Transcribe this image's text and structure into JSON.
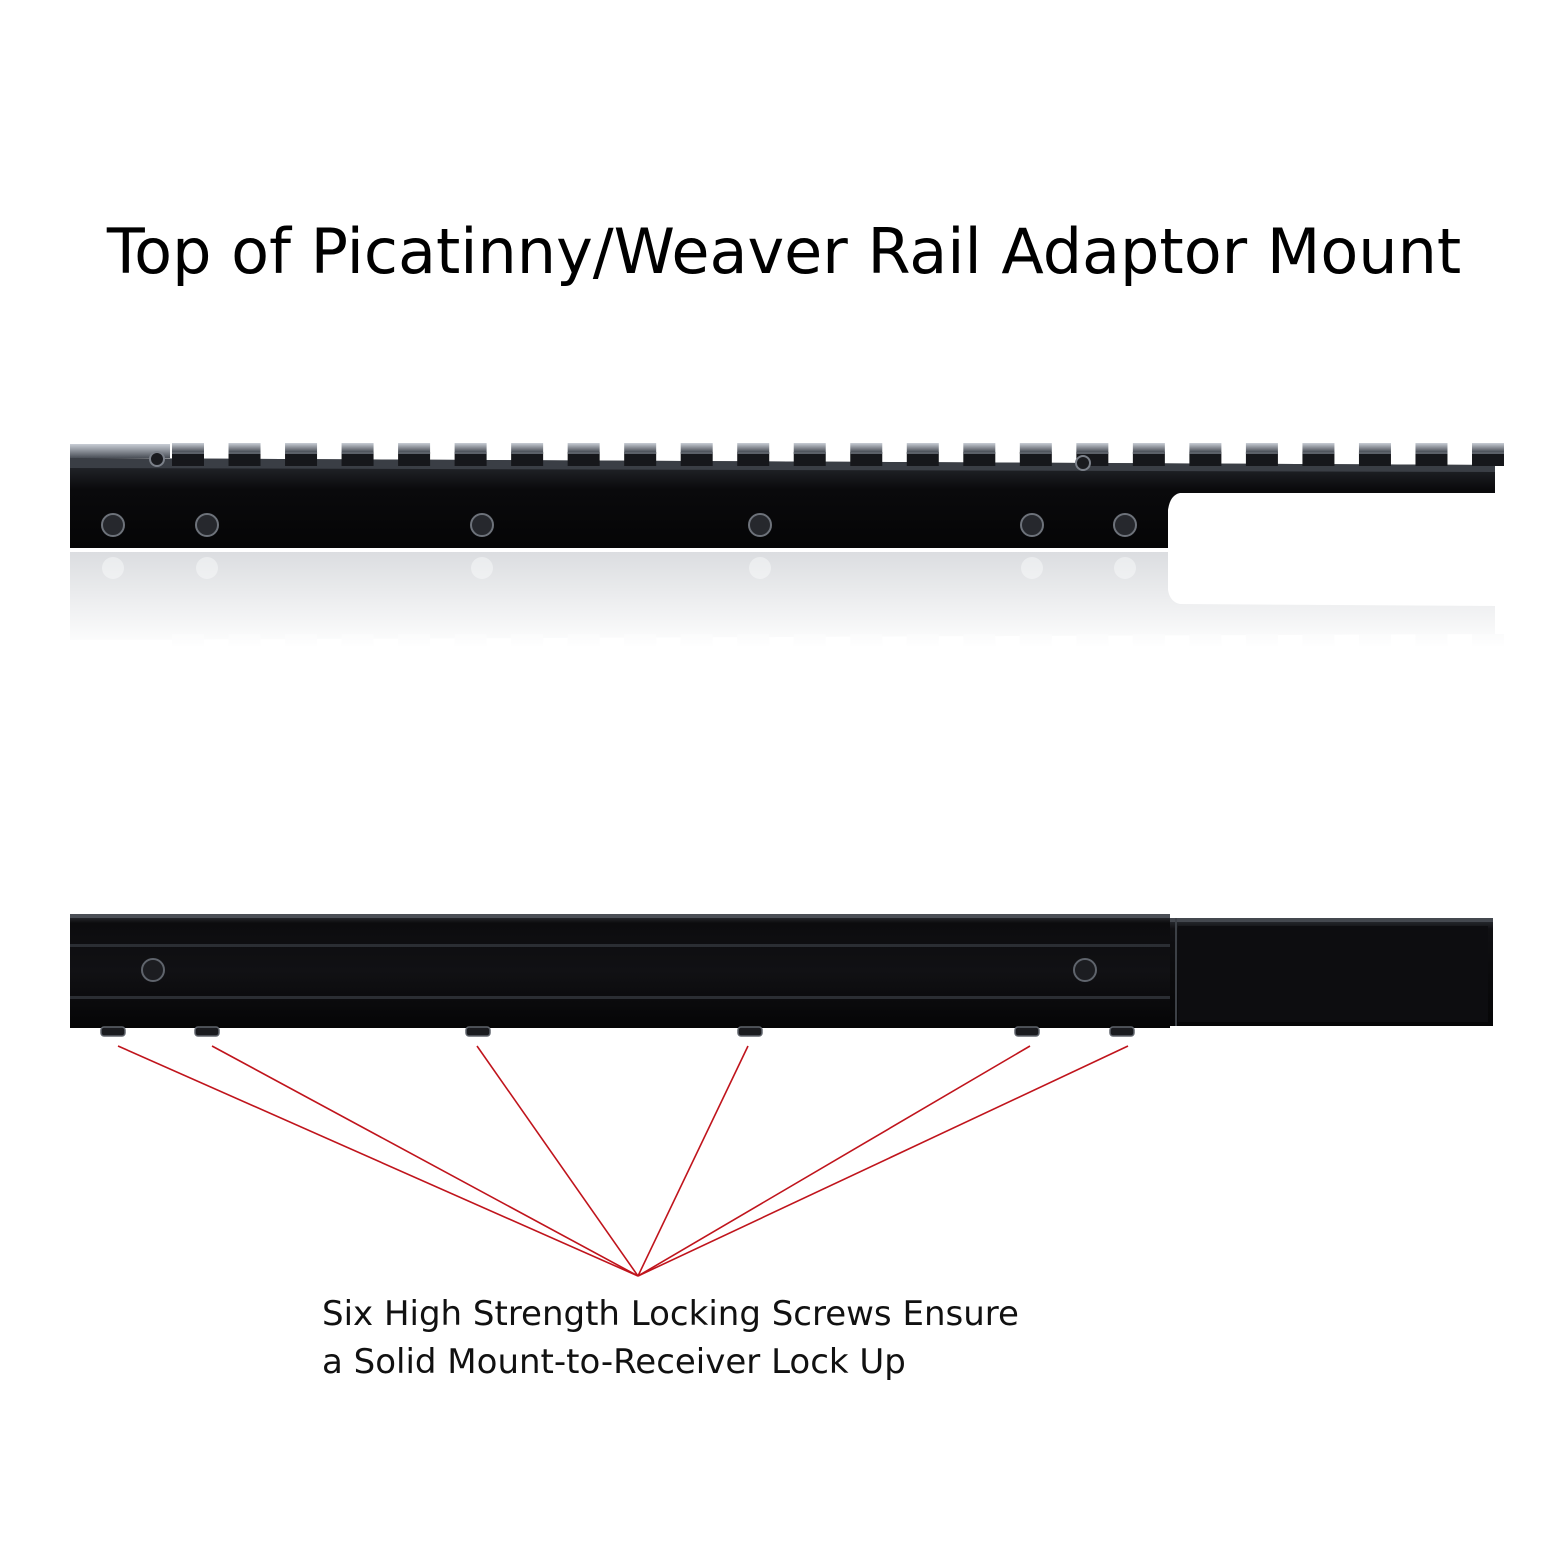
{
  "title": "Top of Picatinny/Weaver Rail Adaptor Mount",
  "caption": {
    "line1": "Six High Strength Locking Screws Ensure",
    "line2": "a Solid Mount-to-Receiver Lock Up"
  },
  "colors": {
    "background": "#ffffff",
    "rail_body": "#0b0b0d",
    "rail_highlight": "#9aa0a8",
    "callout_lines": "#c0141c",
    "text": "#000000"
  },
  "rail_slot_count": 24,
  "screw_count": 6
}
